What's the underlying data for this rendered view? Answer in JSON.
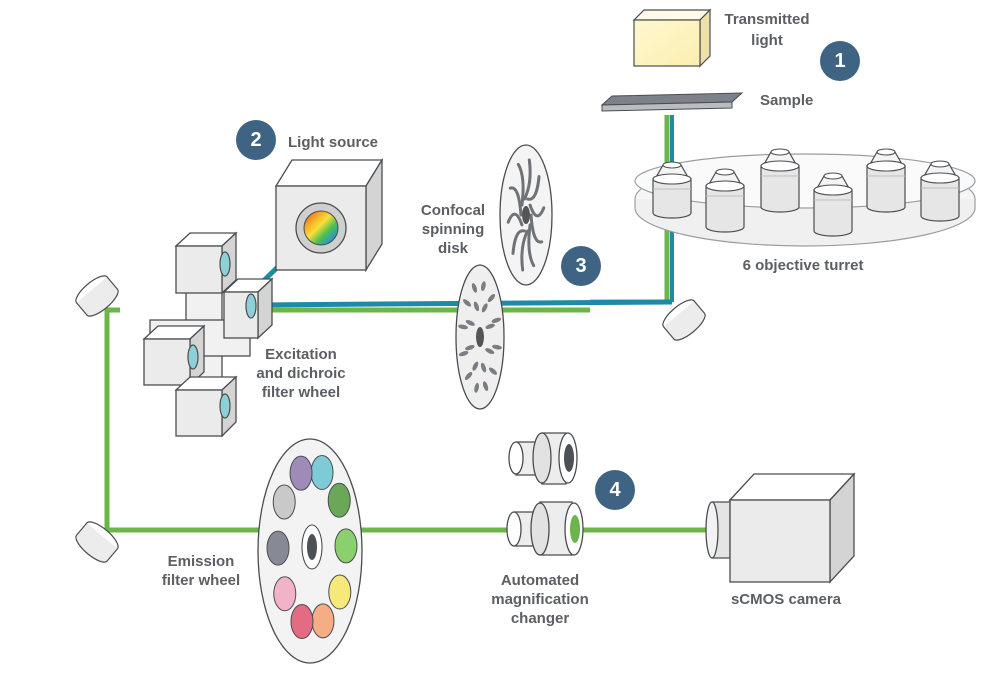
{
  "labels": {
    "transmitted_light": [
      "Transmitted",
      "light"
    ],
    "sample": "Sample",
    "light_source": "Light source",
    "confocal_spinning_disk": [
      "Confocal",
      "spinning",
      "disk"
    ],
    "objective_turret": "6 objective turret",
    "excitation_filter_wheel": [
      "Excitation",
      "and dichroic",
      "filter wheel"
    ],
    "emission_filter_wheel": [
      "Emission",
      "filter wheel"
    ],
    "magnification_changer": [
      "Automated",
      "magnification",
      "changer"
    ],
    "camera": "sCMOS camera"
  },
  "badges": [
    "1",
    "2",
    "3",
    "4"
  ],
  "colors": {
    "excitation_beam": "#1f8aa6",
    "emission_beam": "#6bb54a",
    "badge": "#3f6483",
    "label_text": "#5b5f63"
  },
  "emission_filter_colors": [
    "#7ecad6",
    "#6aa858",
    "#8bd06f",
    "#f6e97a",
    "#f4ad85",
    "#e56a83",
    "#f2b3c9",
    "#878a95",
    "#c9c9c9",
    "#9f8bb8"
  ]
}
